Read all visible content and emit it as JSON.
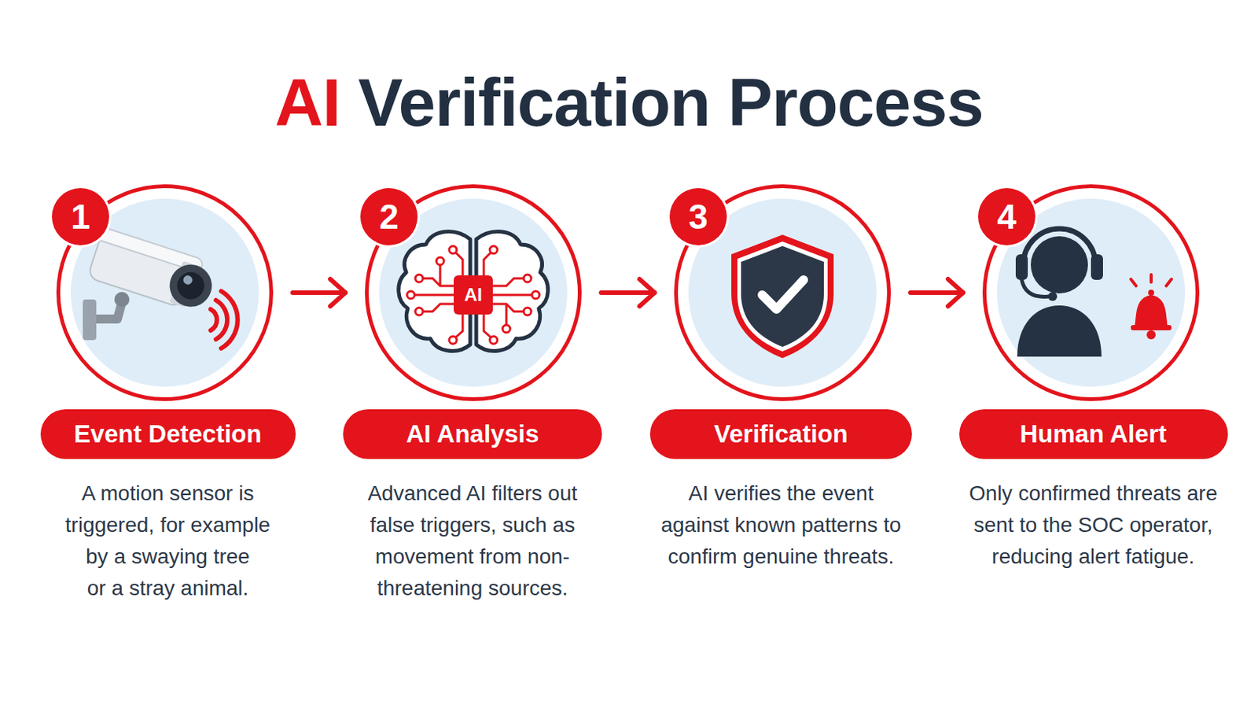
{
  "diagram": {
    "title": "AI Verification Process",
    "nodes": [
      {
        "text": [
          "1"
        ]
      },
      {
        "text": [
          "2"
        ]
      },
      {
        "text": [
          "3"
        ]
      },
      {
        "text": [
          "4"
        ]
      },
      {
        "text": [
          "Event Detection",
          "A motion sensor is triggered, for example by a swaying tree or a stray animal."
        ]
      },
      {
        "text": [
          "AI Analysis",
          "Advanced AI filters out false triggers, such as movement from non-threatening sources."
        ]
      },
      {
        "text": [
          "Verification",
          "AI verifies the event against known patterns to confirm genuine threats."
        ]
      },
      {
        "text": [
          "Human Alert",
          "Only confirmed threats are sent to the SOC operator, reducing alert fatigue."
        ]
      }
    ],
    "edges": [
      {
        "from": 0,
        "to": 1,
        "arrow": "to"
      },
      {
        "from": 1,
        "to": 2,
        "arrow": "to"
      },
      {
        "from": 2,
        "to": 3,
        "arrow": "to"
      }
    ],
    "labels": [
      "AI"
    ]
  }
}
